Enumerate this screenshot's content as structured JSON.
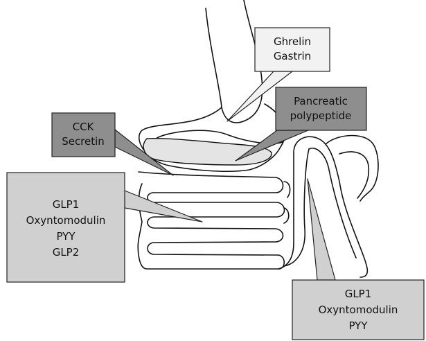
{
  "colors": {
    "outline": "#111111",
    "pancreas_fill": "#e4e4e4",
    "box_light": "#f2f2f2",
    "box_mid": "#d0d0d0",
    "box_dark": "#8e8e8e"
  },
  "labels": {
    "stomach": [
      "Ghrelin",
      "Gastrin"
    ],
    "pancreas": [
      "Pancreatic",
      "polypeptide"
    ],
    "duodenum": [
      "CCK",
      "Secretin"
    ],
    "small_intestine": [
      "GLP1",
      "Oxyntomodulin",
      "PYY",
      "GLP2"
    ],
    "colon": [
      "GLP1",
      "Oxyntomodulin",
      "PYY"
    ]
  }
}
